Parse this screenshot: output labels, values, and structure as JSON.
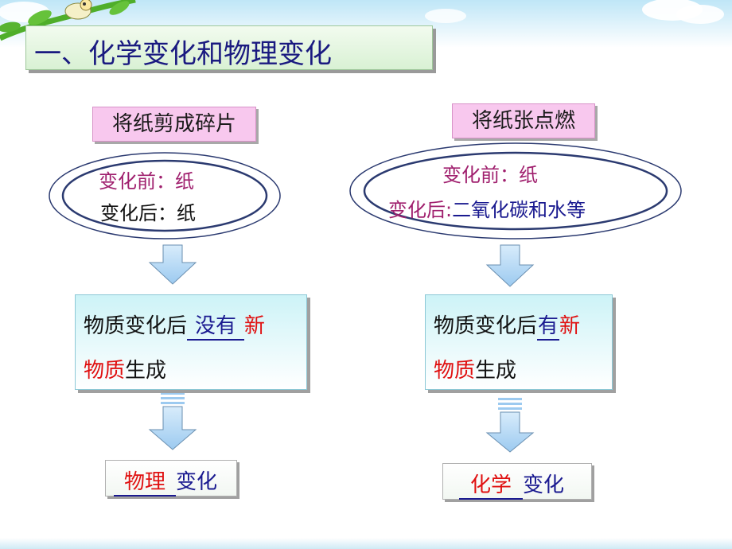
{
  "title": "一、化学变化和物理变化",
  "left": {
    "label": "将纸剪成碎片",
    "before_label": "变化前：",
    "before_value": "纸",
    "after_label": "变化后：",
    "after_value": "纸",
    "result_prefix": "物质变化后",
    "result_blank": "没有",
    "result_new": "新",
    "result_line2_substance": "物质",
    "result_line2_rest": "生成",
    "conclusion_blank": "物理",
    "conclusion_suffix": "变化"
  },
  "right": {
    "label": "将纸张点燃",
    "before_label": "变化前：",
    "before_value": "纸",
    "after_label": "变化后:",
    "after_value": "二氧化碳和水等",
    "result_prefix": "物质变化后",
    "result_blank": "有",
    "result_new": "新",
    "result_line2_substance": "物质",
    "result_line2_rest": "生成",
    "conclusion_blank": "化学",
    "conclusion_suffix": "变化"
  },
  "colors": {
    "title_text": "#1a1a80",
    "highlight_red": "#e01010",
    "magenta": "#a0206e",
    "navy": "#1a1a90",
    "label_pink": "#f8c8ee",
    "result_cyan": "#cdf3f7",
    "arrow_blue": "#a9d4f2"
  }
}
